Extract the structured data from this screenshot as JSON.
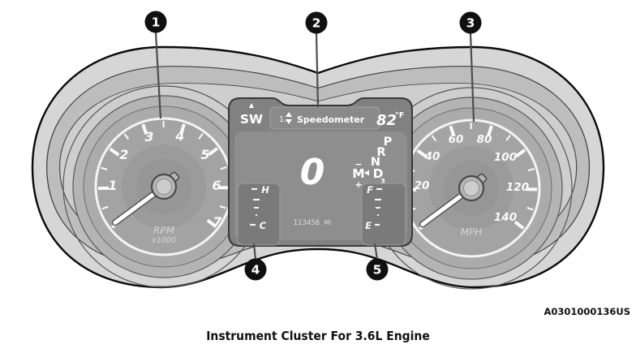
{
  "figure": {
    "caption": "Instrument Cluster For 3.6L Engine",
    "code": "A0301000136US"
  },
  "callouts": {
    "c1": "1",
    "c2": "2",
    "c3": "3",
    "c4": "4",
    "c5": "5"
  },
  "display": {
    "compass": "SW",
    "menu_index": "1.",
    "menu_label": "Speedometer",
    "temp_value": "82",
    "temp_unit": "°F",
    "speed": "0",
    "odometer": "113456",
    "odometer_unit": "MI",
    "gear_p": "P",
    "gear_r": "R",
    "gear_n": "N",
    "gear_d": "D",
    "manual": "M",
    "manual_minus": "−",
    "manual_plus": "+",
    "gear_sub": "3",
    "temp_top": "H",
    "temp_bottom": "C",
    "fuel_top": "F",
    "fuel_bottom": "E"
  },
  "gauges": {
    "tachometer": {
      "labels": [
        "1",
        "2",
        "3",
        "4",
        "5",
        "6",
        "7"
      ],
      "unit": "RPM",
      "unit_multiplier": "x1000",
      "min": 0,
      "max": 7,
      "needle_value": 0
    },
    "speedometer": {
      "labels": [
        "20",
        "40",
        "60",
        "80",
        "100",
        "120",
        "140"
      ],
      "unit": "MPH",
      "min": 0,
      "max": 140,
      "needle_value": 0
    }
  }
}
